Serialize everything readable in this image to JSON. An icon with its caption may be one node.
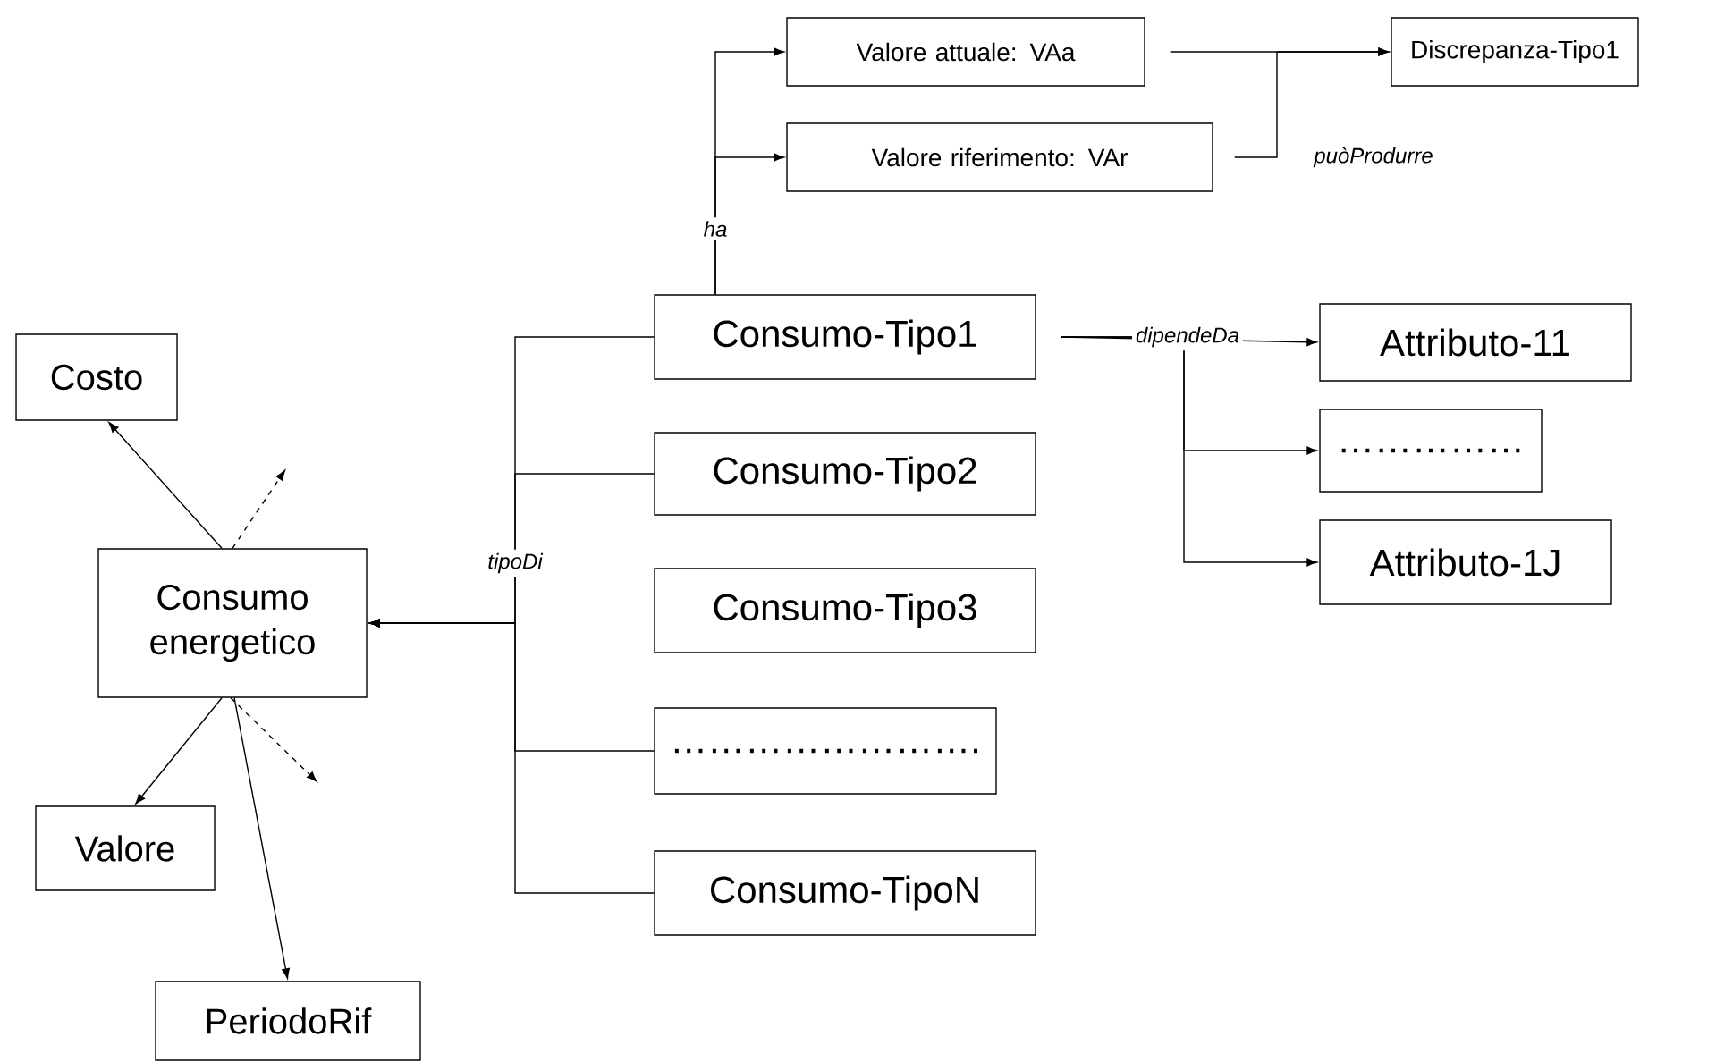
{
  "diagram": {
    "nodes": [
      {
        "text": [
          "Costo"
        ]
      },
      {
        "text": [
          "Consumo energetico"
        ]
      },
      {
        "text": [
          "Valore"
        ]
      },
      {
        "text": [
          "PeriodoRif"
        ]
      },
      {
        "text": [
          "Consumo-Tipo1"
        ]
      },
      {
        "text": [
          "Consumo-Tipo2"
        ]
      },
      {
        "text": [
          "Consumo-Tipo3"
        ]
      },
      {
        "text": [
          "……………………."
        ]
      },
      {
        "text": [
          "Consumo-TipoN"
        ]
      },
      {
        "text": [
          "Valore attuale: VAa"
        ]
      },
      {
        "text": [
          "Valore riferimento: VAr"
        ]
      },
      {
        "text": [
          "Discrepanza-Tipo1"
        ]
      },
      {
        "text": [
          "Attributo-11"
        ]
      },
      {
        "text": [
          "……………"
        ]
      },
      {
        "text": [
          "Attributo-1J"
        ]
      }
    ],
    "edges": [
      {
        "from": 1,
        "to": 0,
        "arrow": "to"
      },
      {
        "from": 1,
        "to": null,
        "arrow": "to",
        "style": "dashed"
      },
      {
        "from": 1,
        "to": 2,
        "arrow": "to"
      },
      {
        "from": 1,
        "to": 3,
        "arrow": "to"
      },
      {
        "from": 1,
        "to": null,
        "arrow": "to",
        "style": "dashed"
      },
      {
        "from": 4,
        "to": 1,
        "arrow": "to",
        "label": "tipoDi"
      },
      {
        "from": 5,
        "to": 1,
        "arrow": "to"
      },
      {
        "from": 7,
        "to": 1,
        "arrow": "to"
      },
      {
        "from": 8,
        "to": 1,
        "arrow": "to"
      },
      {
        "from": 4,
        "to": 9,
        "arrow": "to",
        "label": "ha"
      },
      {
        "from": 4,
        "to": 10,
        "arrow": "to"
      },
      {
        "from": 9,
        "to": 11,
        "arrow": "to",
        "label": "puòProdurre"
      },
      {
        "from": 10,
        "to": 11,
        "arrow": "to"
      },
      {
        "from": 4,
        "to": 12,
        "arrow": "to",
        "label": "dipendeDa"
      },
      {
        "from": 4,
        "to": 13,
        "arrow": "to"
      },
      {
        "from": 4,
        "to": 14,
        "arrow": "to"
      }
    ]
  }
}
